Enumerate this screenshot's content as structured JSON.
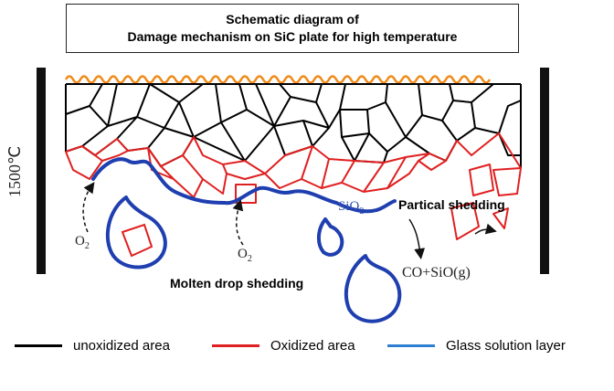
{
  "title": {
    "line1": "Schematic diagram of",
    "line2": "Damage mechanism on SiC plate for high temperature"
  },
  "labels": {
    "temperature": "1500℃",
    "o2_left": "O",
    "o2_left_sub": "2",
    "o2_mid": "O",
    "o2_mid_sub": "2",
    "sio2": "SiO",
    "sio2_sub": "2",
    "partical_shedding": "Partical shedding",
    "molten_drop_shedding": "Molten drop shedding",
    "gas_products": "CO+SiO(g)"
  },
  "legend": [
    {
      "label": "unoxidized area",
      "color": "#000000"
    },
    {
      "label": "Oxidized area",
      "color": "#e02020"
    },
    {
      "label": "Glass solution layer",
      "color": "#2f7fd0"
    }
  ],
  "colors": {
    "grain": "#000000",
    "oxidized": "#e02020",
    "glass": "#1f3fb0",
    "heater_wave": "#f08a18",
    "plate_bars": "#111111"
  }
}
